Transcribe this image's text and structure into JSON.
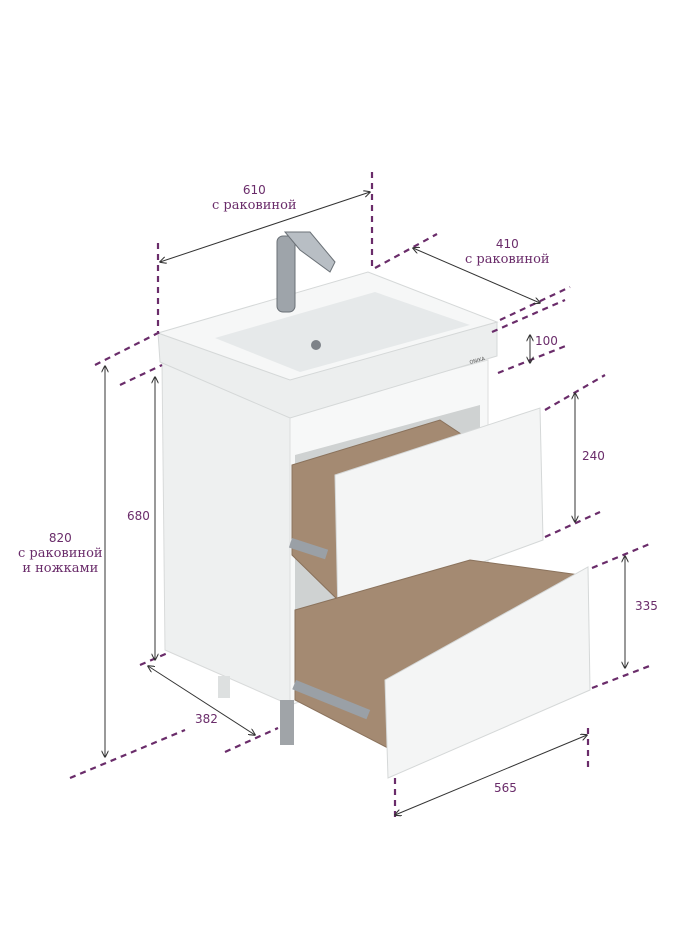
{
  "brand": "ONIKA",
  "dimensions": {
    "width": {
      "value": "610",
      "note": "с раковиной"
    },
    "depth": {
      "value": "410",
      "note": "с раковиной"
    },
    "basin_height": {
      "value": "100"
    },
    "top_drawer": {
      "value": "240"
    },
    "bottom_drawer": {
      "value": "335"
    },
    "cabinet_height": {
      "value": "680"
    },
    "total_height": {
      "value": "820",
      "note1": "с раковиной",
      "note2": "и ножками"
    },
    "cabinet_depth": {
      "value": "382"
    },
    "cabinet_width": {
      "value": "565"
    }
  },
  "colors": {
    "label": "#6a2c6a",
    "panel": "#f2f3f3",
    "wood": "#a48a72"
  }
}
